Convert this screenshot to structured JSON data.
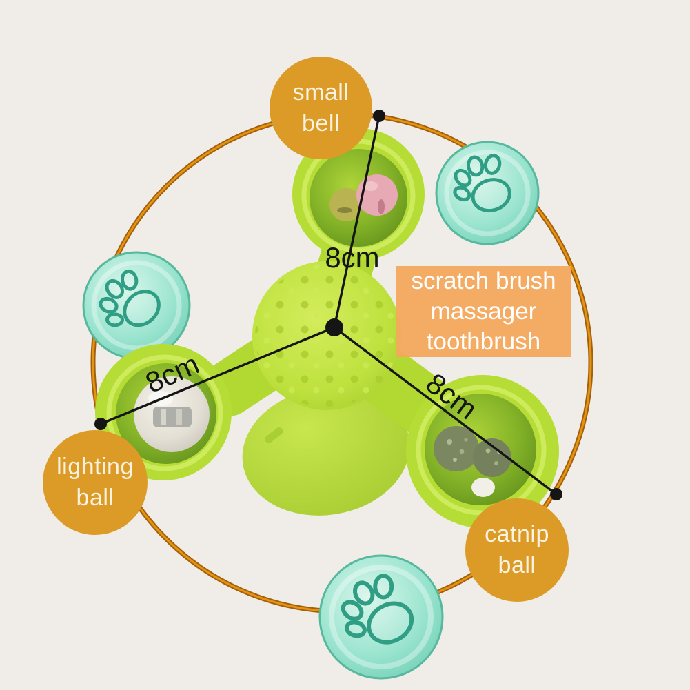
{
  "scene": {
    "subject": "windmill turntable cat toy with suction base",
    "style": "annotated product image"
  },
  "callouts": {
    "small_bell": {
      "line1": "small",
      "line2": "bell"
    },
    "lighting_ball": {
      "line1": "lighting",
      "line2": "ball"
    },
    "catnip_ball": {
      "line1": "catnip",
      "line2": "ball"
    }
  },
  "feature_box": {
    "line1": "scratch brush",
    "line2": "massager",
    "line3": "toothbrush"
  },
  "measurements": {
    "top_arm": "8cm",
    "left_arm": "8cm",
    "right_arm": "8cm"
  },
  "icons": {
    "paw_print": "paw-print-icon (embossed outline on each transparent dome cap)"
  },
  "colors": {
    "background": "#f0ede8",
    "callout_circle": "#dc9b27",
    "callout_text": "#faf3e2",
    "feature_box_bg": "#f3a95d",
    "feature_box_text": "#ffffff",
    "measurement_text": "#151515",
    "annotation_line": "#151515",
    "ring_outer": "#a2600f",
    "ring_inner": "#e6930e",
    "toy_green": "#b6dd35",
    "toy_green_rim": "#cdeb5c",
    "cup_inner_dark": "#618f1c",
    "center_dome": "#bfe23f",
    "dome_teal": "#8fdfc9",
    "paw_outline": "#2f9e85",
    "bell_olive": "#b9b352",
    "bell_pink": "#e7a9b4",
    "lighting_ball": "#e8e4da",
    "catnip_ball": "#7b8761"
  }
}
